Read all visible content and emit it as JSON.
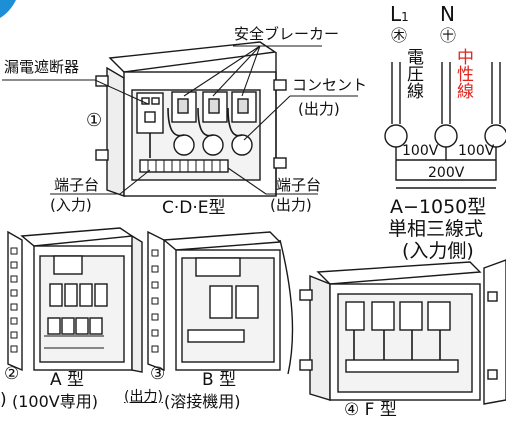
{
  "labels": {
    "breaker": "漏電遮断器",
    "safety_breaker": "安全ブレーカー",
    "outlet": "コンセント",
    "outlet_output": "(出力)",
    "terminal_input": "端子台",
    "terminal_input_sub": "(入力)",
    "terminal_output": "端子台",
    "terminal_output_sub": "(出力)",
    "num1": "①",
    "model_cde": "C·D·E型",
    "num2": "②",
    "model_a": "A 型",
    "model_a_sub": "(100V専用)",
    "num3": "③",
    "model_b": "B 型",
    "model_b_output": "(出力)",
    "model_b_sub": "(溶接機用)",
    "num4_model_f": "④ F 型",
    "left_paren": ")"
  },
  "wiring": {
    "l1": "L",
    "l1_sub": "1",
    "l1_color": "㊍",
    "n": "N",
    "n_color": "㊉",
    "voltage_line": "電圧線",
    "neutral_line": "中性線",
    "v100_a": "100V",
    "v100_b": "100V",
    "v200": "200V",
    "model": "A−1050型",
    "system": "単相三線式",
    "input_side": "(入力側)"
  },
  "colors": {
    "line": "#1a1a1a",
    "neutral_red": "#e0271f",
    "box_fill": "#ffffff",
    "shade": "#d9d9d9"
  }
}
